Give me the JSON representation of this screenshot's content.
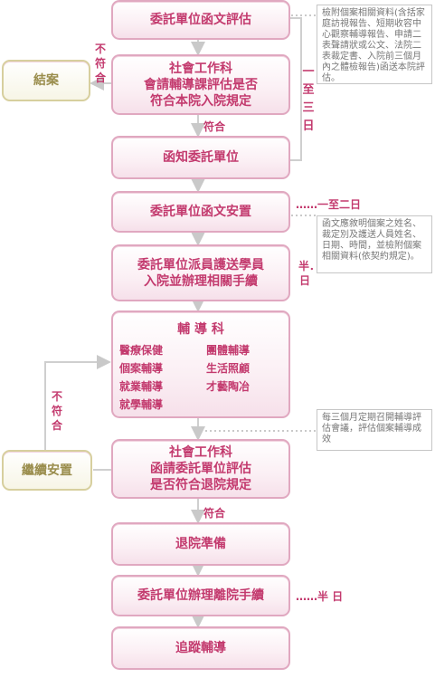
{
  "nodes": {
    "n1": "委託單位函文評估",
    "n2_l1": "社會工作科",
    "n2_l2": "會請輔導課評估是否",
    "n2_l3": "符合本院入院規定",
    "end": "結案",
    "n3": "函知委託單位",
    "n4": "委託單位函文安置",
    "n5_l1": "委託單位派員護送學員",
    "n5_l2": "入院並辦理相關手續",
    "n6_title": "輔 導 科",
    "n6_items": [
      "醫療保健",
      "團體輔導",
      "個案輔導",
      "生活照顧",
      "就業輔導",
      "才藝陶冶",
      "就學輔導"
    ],
    "n7_l1": "社會工作科",
    "n7_l2": "函請委託單位評估",
    "n7_l3": "是否符合退院規定",
    "cont": "繼續安置",
    "n8": "退院準備",
    "n9": "委託單位辦理離院手續",
    "n10": "追蹤輔導"
  },
  "labels": {
    "fail_top": "不符合",
    "pass_1": "符合",
    "days_1to3": "一至三日",
    "days_1to2": "……一至二日",
    "half_day_1": "半．日",
    "fail_mid": "不符合",
    "pass_2": "符合",
    "half_day_2": "……半 日"
  },
  "notes": {
    "note1": "檢附個案相關資料(含括家庭訪視報告、短期收容中心觀察輔導報告、申請二表聲請狀或公文、法院二表裁定書、入院前三個月內之體檢報告)函送本院評估。",
    "note2": "函文應敘明個案之姓名、裁定別及護送人員姓名、日期、時間，並檢附個案相關資料(依契約規定)。",
    "note3": "每三個月定期召開輔導評估會議，評估個案輔導成效"
  },
  "colors": {
    "accent": "#c33a6e",
    "border": "#e0a8c0",
    "neutral": "#d7cf9e",
    "line": "#cfcfcf"
  }
}
